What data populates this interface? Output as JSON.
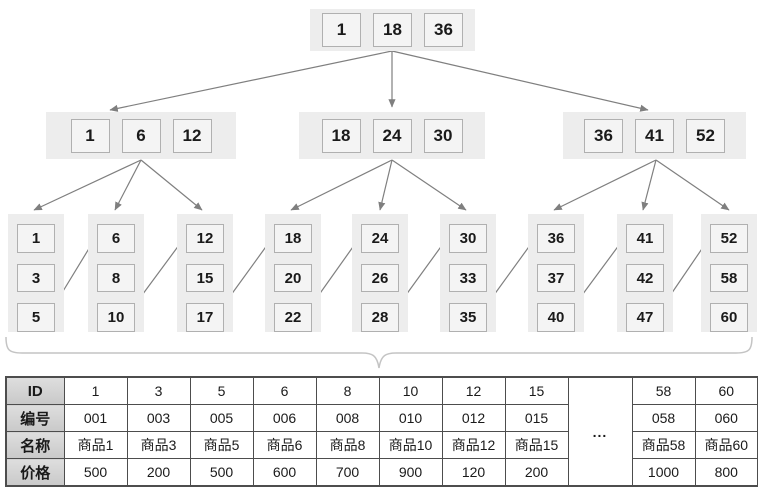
{
  "tree": {
    "root": {
      "keys": [
        "1",
        "18",
        "36"
      ]
    },
    "internal_nodes": [
      {
        "keys": [
          "1",
          "6",
          "12"
        ]
      },
      {
        "keys": [
          "18",
          "24",
          "30"
        ]
      },
      {
        "keys": [
          "36",
          "41",
          "52"
        ]
      }
    ],
    "leaf_nodes": [
      {
        "keys": [
          "1",
          "3",
          "5"
        ]
      },
      {
        "keys": [
          "6",
          "8",
          "10"
        ]
      },
      {
        "keys": [
          "12",
          "15",
          "17"
        ]
      },
      {
        "keys": [
          "18",
          "20",
          "22"
        ]
      },
      {
        "keys": [
          "24",
          "26",
          "28"
        ]
      },
      {
        "keys": [
          "30",
          "33",
          "35"
        ]
      },
      {
        "keys": [
          "36",
          "37",
          "40"
        ]
      },
      {
        "keys": [
          "41",
          "42",
          "47"
        ]
      },
      {
        "keys": [
          "52",
          "58",
          "60"
        ]
      }
    ]
  },
  "table": {
    "ellipsis": "...",
    "rows": [
      {
        "header": "ID",
        "cells": [
          "1",
          "3",
          "5",
          "6",
          "8",
          "10",
          "12",
          "15",
          "58",
          "60"
        ]
      },
      {
        "header": "编号",
        "cells": [
          "001",
          "003",
          "005",
          "006",
          "008",
          "010",
          "012",
          "015",
          "058",
          "060"
        ]
      },
      {
        "header": "名称",
        "cells": [
          "商品1",
          "商品3",
          "商品5",
          "商品6",
          "商品8",
          "商品10",
          "商品12",
          "商品15",
          "商品58",
          "商品60"
        ]
      },
      {
        "header": "价格",
        "cells": [
          "500",
          "200",
          "500",
          "600",
          "700",
          "900",
          "120",
          "200",
          "1000",
          "800"
        ]
      }
    ]
  },
  "colors": {
    "node_container_bg": "#ededed",
    "key_box_bg": "#f4f4f4",
    "key_box_border": "#b0b0b0",
    "arrow": "#7f7f7f",
    "brace": "#c4c4c4",
    "table_border": "#4d4d4d",
    "table_header_bg": "#d4d4d4"
  }
}
